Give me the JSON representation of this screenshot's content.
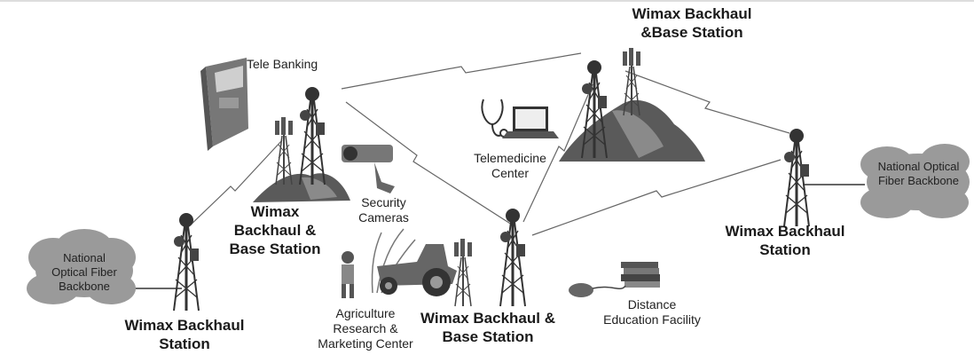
{
  "labels": {
    "tele_banking": "Tele Banking",
    "hub_top": [
      "Wimax Backhaul",
      "&Base Station"
    ],
    "hub_left": [
      "Wimax",
      "Backhaul &",
      "Base Station"
    ],
    "hub_center": [
      "Wimax Backhaul &",
      "Base Station"
    ],
    "station_left": [
      "Wimax Backhaul",
      "Station"
    ],
    "station_right": [
      "Wimax Backhaul",
      "Station"
    ],
    "cloud_left": [
      "National",
      "Optical Fiber",
      "Backbone"
    ],
    "cloud_right": [
      "National Optical",
      "Fiber Backbone"
    ],
    "telemedicine": [
      "Telemedicine",
      "Center"
    ],
    "security": [
      "Security",
      "Cameras"
    ],
    "agriculture": [
      "Agriculture",
      "Research &",
      "Marketing Center"
    ],
    "distance": [
      "Distance",
      "Education Facility"
    ]
  },
  "colors": {
    "line": "#555555",
    "tower": "#333333",
    "cloud": "#9a9a9a",
    "hill": "#5a5a5a"
  },
  "icons": [
    "tower-icon",
    "cloud-icon",
    "atm-icon",
    "camera-icon",
    "laptop-icon",
    "stethoscope-icon",
    "tractor-icon",
    "books-icon",
    "mouse-icon",
    "farmer-icon",
    "wheat-icon",
    "hill-icon"
  ]
}
